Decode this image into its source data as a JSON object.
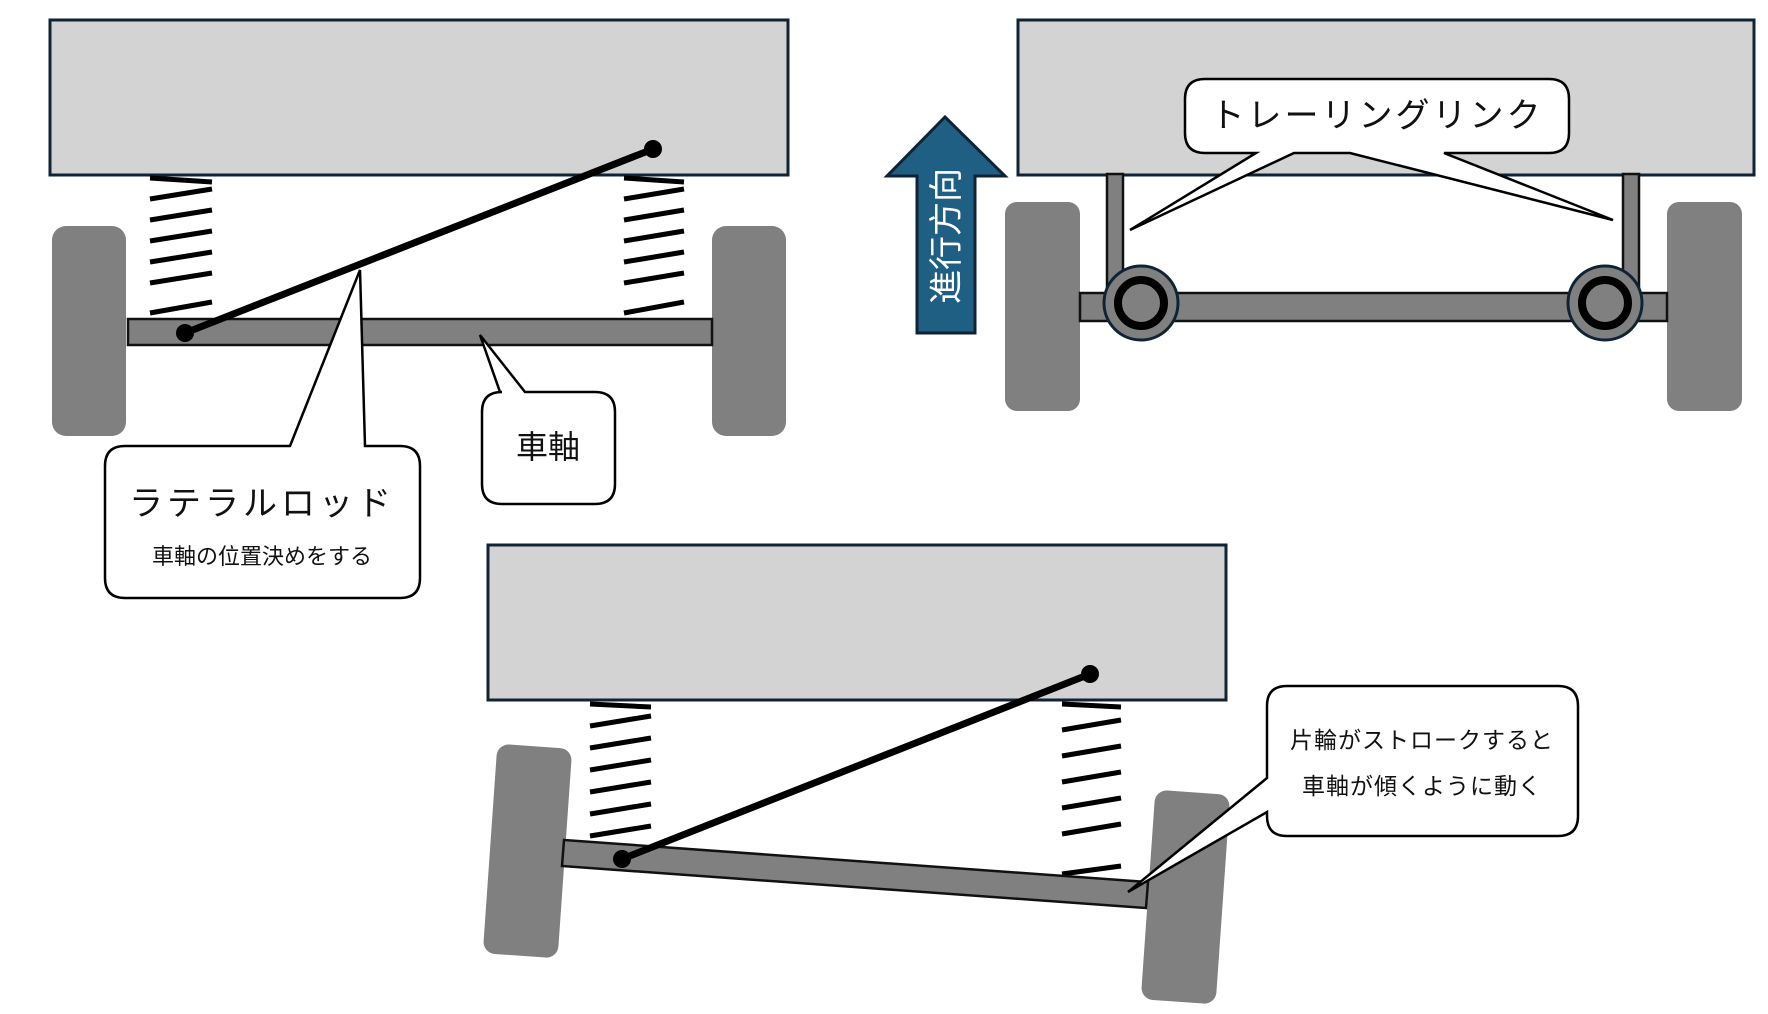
{
  "labels": {
    "lateral_rod_title": "ラテラルロッド",
    "lateral_rod_desc": "車軸の位置決めをする",
    "axle": "車軸",
    "trailing_link": "トレーリングリンク",
    "direction": "進行方向",
    "one_wheel_line1": "片輪がストロークすると",
    "one_wheel_line2": "車軸が傾くように動く"
  },
  "colors": {
    "body_fill": "#d3d3d3",
    "body_stroke": "#0f2335",
    "wheel_fill": "#808080",
    "arrow_fill": "#1f5f84",
    "arrow_text": "#ffffff"
  }
}
